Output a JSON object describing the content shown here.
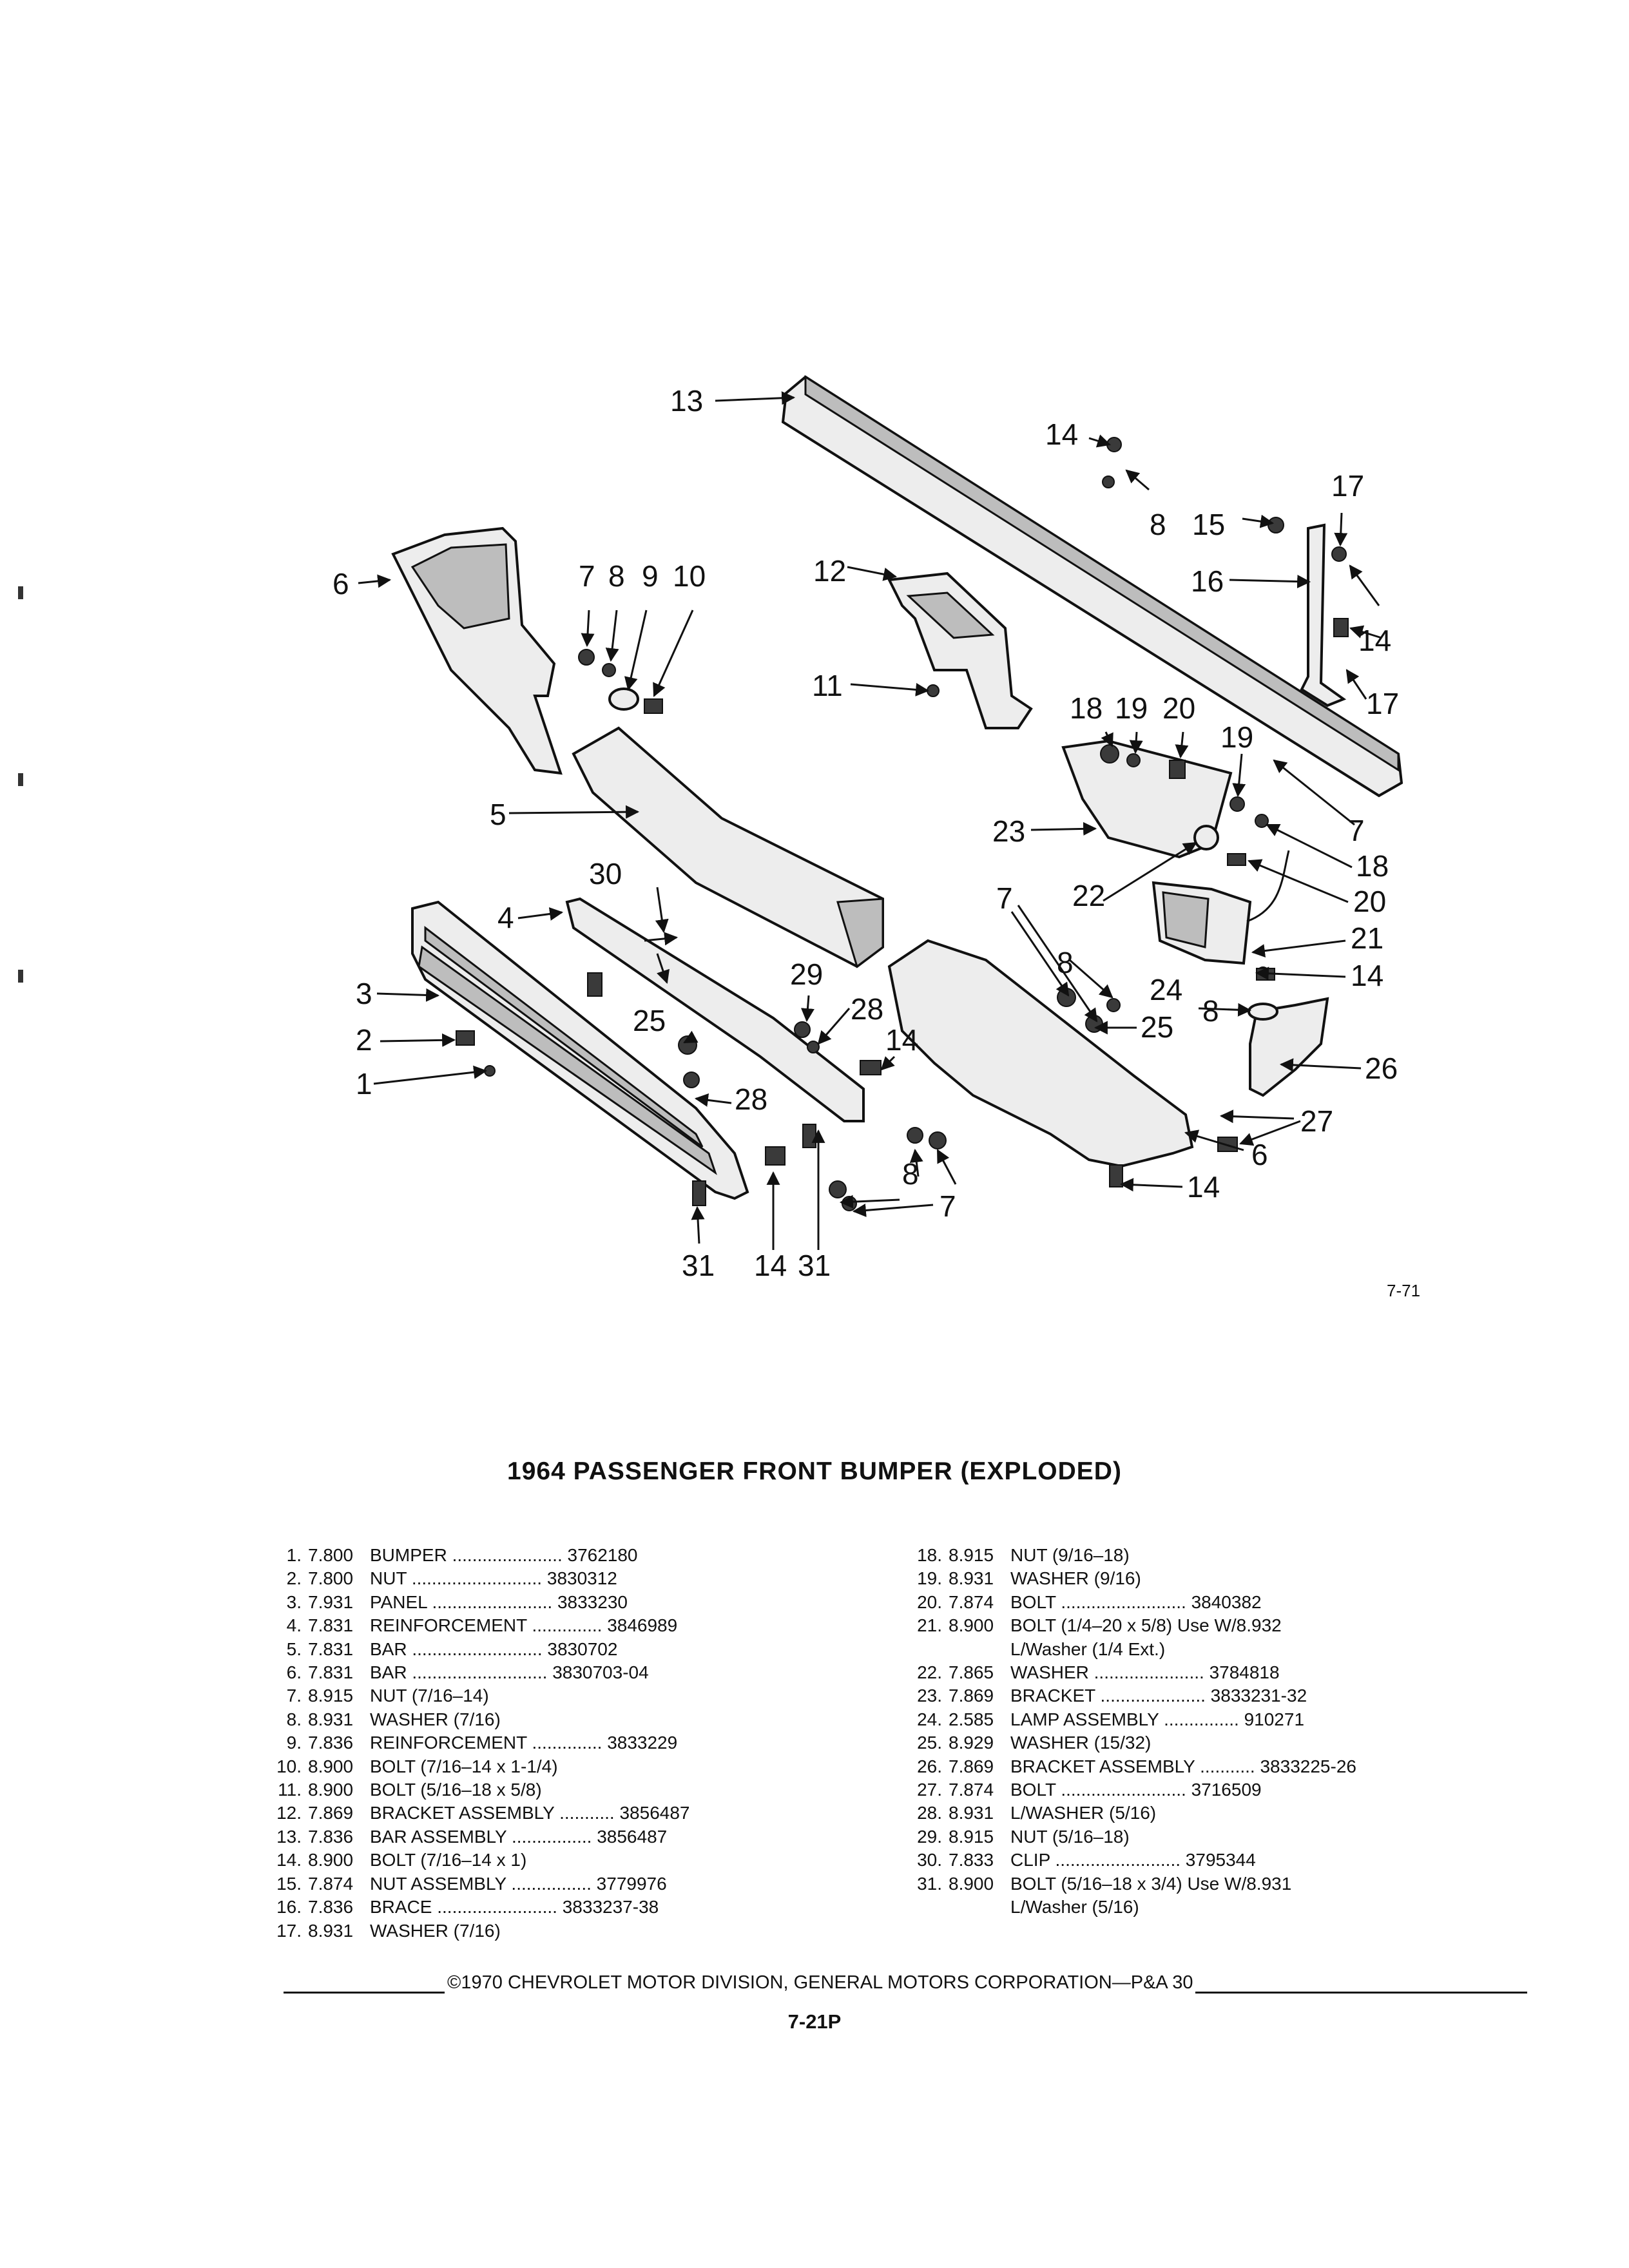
{
  "figure_ref": "7-71",
  "callouts": [
    "1",
    "2",
    "3",
    "4",
    "5",
    "6",
    "7",
    "8",
    "9",
    "10",
    "11",
    "12",
    "13",
    "14",
    "15",
    "16",
    "17",
    "18",
    "19",
    "20",
    "21",
    "22",
    "23",
    "24",
    "25",
    "26",
    "27",
    "28",
    "29",
    "30",
    "31"
  ],
  "title": "1964 PASSENGER FRONT BUMPER (EXPLODED)",
  "parts_left": [
    {
      "no": "1.",
      "group": "7.800",
      "desc": "BUMPER ......................",
      "part": "3762180"
    },
    {
      "no": "2.",
      "group": "7.800",
      "desc": "NUT ..........................",
      "part": "3830312"
    },
    {
      "no": "3.",
      "group": "7.931",
      "desc": "PANEL ........................",
      "part": "3833230"
    },
    {
      "no": "4.",
      "group": "7.831",
      "desc": "REINFORCEMENT ..............",
      "part": "3846989"
    },
    {
      "no": "5.",
      "group": "7.831",
      "desc": "BAR ..........................",
      "part": "3830702"
    },
    {
      "no": "6.",
      "group": "7.831",
      "desc": "BAR ...........................",
      "part": "3830703-04"
    },
    {
      "no": "7.",
      "group": "8.915",
      "desc": "NUT (7/16–14)",
      "part": ""
    },
    {
      "no": "8.",
      "group": "8.931",
      "desc": "WASHER (7/16)",
      "part": ""
    },
    {
      "no": "9.",
      "group": "7.836",
      "desc": "REINFORCEMENT ..............",
      "part": "3833229"
    },
    {
      "no": "10.",
      "group": "8.900",
      "desc": "BOLT (7/16–14 x 1-1/4)",
      "part": ""
    },
    {
      "no": "11.",
      "group": "8.900",
      "desc": "BOLT (5/16–18 x 5/8)",
      "part": ""
    },
    {
      "no": "12.",
      "group": "7.869",
      "desc": "BRACKET ASSEMBLY ...........",
      "part": "3856487"
    },
    {
      "no": "13.",
      "group": "7.836",
      "desc": "BAR ASSEMBLY ................",
      "part": "3856487"
    },
    {
      "no": "14.",
      "group": "8.900",
      "desc": "BOLT (7/16–14 x 1)",
      "part": ""
    },
    {
      "no": "15.",
      "group": "7.874",
      "desc": "NUT ASSEMBLY ................",
      "part": "3779976"
    },
    {
      "no": "16.",
      "group": "7.836",
      "desc": "BRACE ........................",
      "part": "3833237-38"
    },
    {
      "no": "17.",
      "group": "8.931",
      "desc": "WASHER (7/16)",
      "part": ""
    }
  ],
  "parts_right": [
    {
      "no": "18.",
      "group": "8.915",
      "desc": "NUT (9/16–18)",
      "part": "",
      "sub": ""
    },
    {
      "no": "19.",
      "group": "8.931",
      "desc": "WASHER (9/16)",
      "part": "",
      "sub": ""
    },
    {
      "no": "20.",
      "group": "7.874",
      "desc": "BOLT .........................",
      "part": "3840382",
      "sub": ""
    },
    {
      "no": "21.",
      "group": "8.900",
      "desc": "BOLT (1/4–20 x 5/8) Use W/8.932",
      "part": "",
      "sub": "L/Washer (1/4 Ext.)"
    },
    {
      "no": "22.",
      "group": "7.865",
      "desc": "WASHER ......................",
      "part": "3784818",
      "sub": ""
    },
    {
      "no": "23.",
      "group": "7.869",
      "desc": "BRACKET .....................",
      "part": "3833231-32",
      "sub": ""
    },
    {
      "no": "24.",
      "group": "2.585",
      "desc": "LAMP ASSEMBLY ...............",
      "part": "910271",
      "sub": ""
    },
    {
      "no": "25.",
      "group": "8.929",
      "desc": "WASHER (15/32)",
      "part": "",
      "sub": ""
    },
    {
      "no": "26.",
      "group": "7.869",
      "desc": "BRACKET ASSEMBLY ...........",
      "part": "3833225-26",
      "sub": ""
    },
    {
      "no": "27.",
      "group": "7.874",
      "desc": "BOLT .........................",
      "part": "3716509",
      "sub": ""
    },
    {
      "no": "28.",
      "group": "8.931",
      "desc": "L/WASHER (5/16)",
      "part": "",
      "sub": ""
    },
    {
      "no": "29.",
      "group": "8.915",
      "desc": "NUT (5/16–18)",
      "part": "",
      "sub": ""
    },
    {
      "no": "30.",
      "group": "7.833",
      "desc": "CLIP .........................",
      "part": "3795344",
      "sub": ""
    },
    {
      "no": "31.",
      "group": "8.900",
      "desc": "BOLT (5/16–18 x 3/4) Use W/8.931",
      "part": "",
      "sub": "L/Washer (5/16)"
    }
  ],
  "footer": "©1970 CHEVROLET MOTOR DIVISION, GENERAL MOTORS CORPORATION—P&A 30",
  "page_number": "7-21P"
}
